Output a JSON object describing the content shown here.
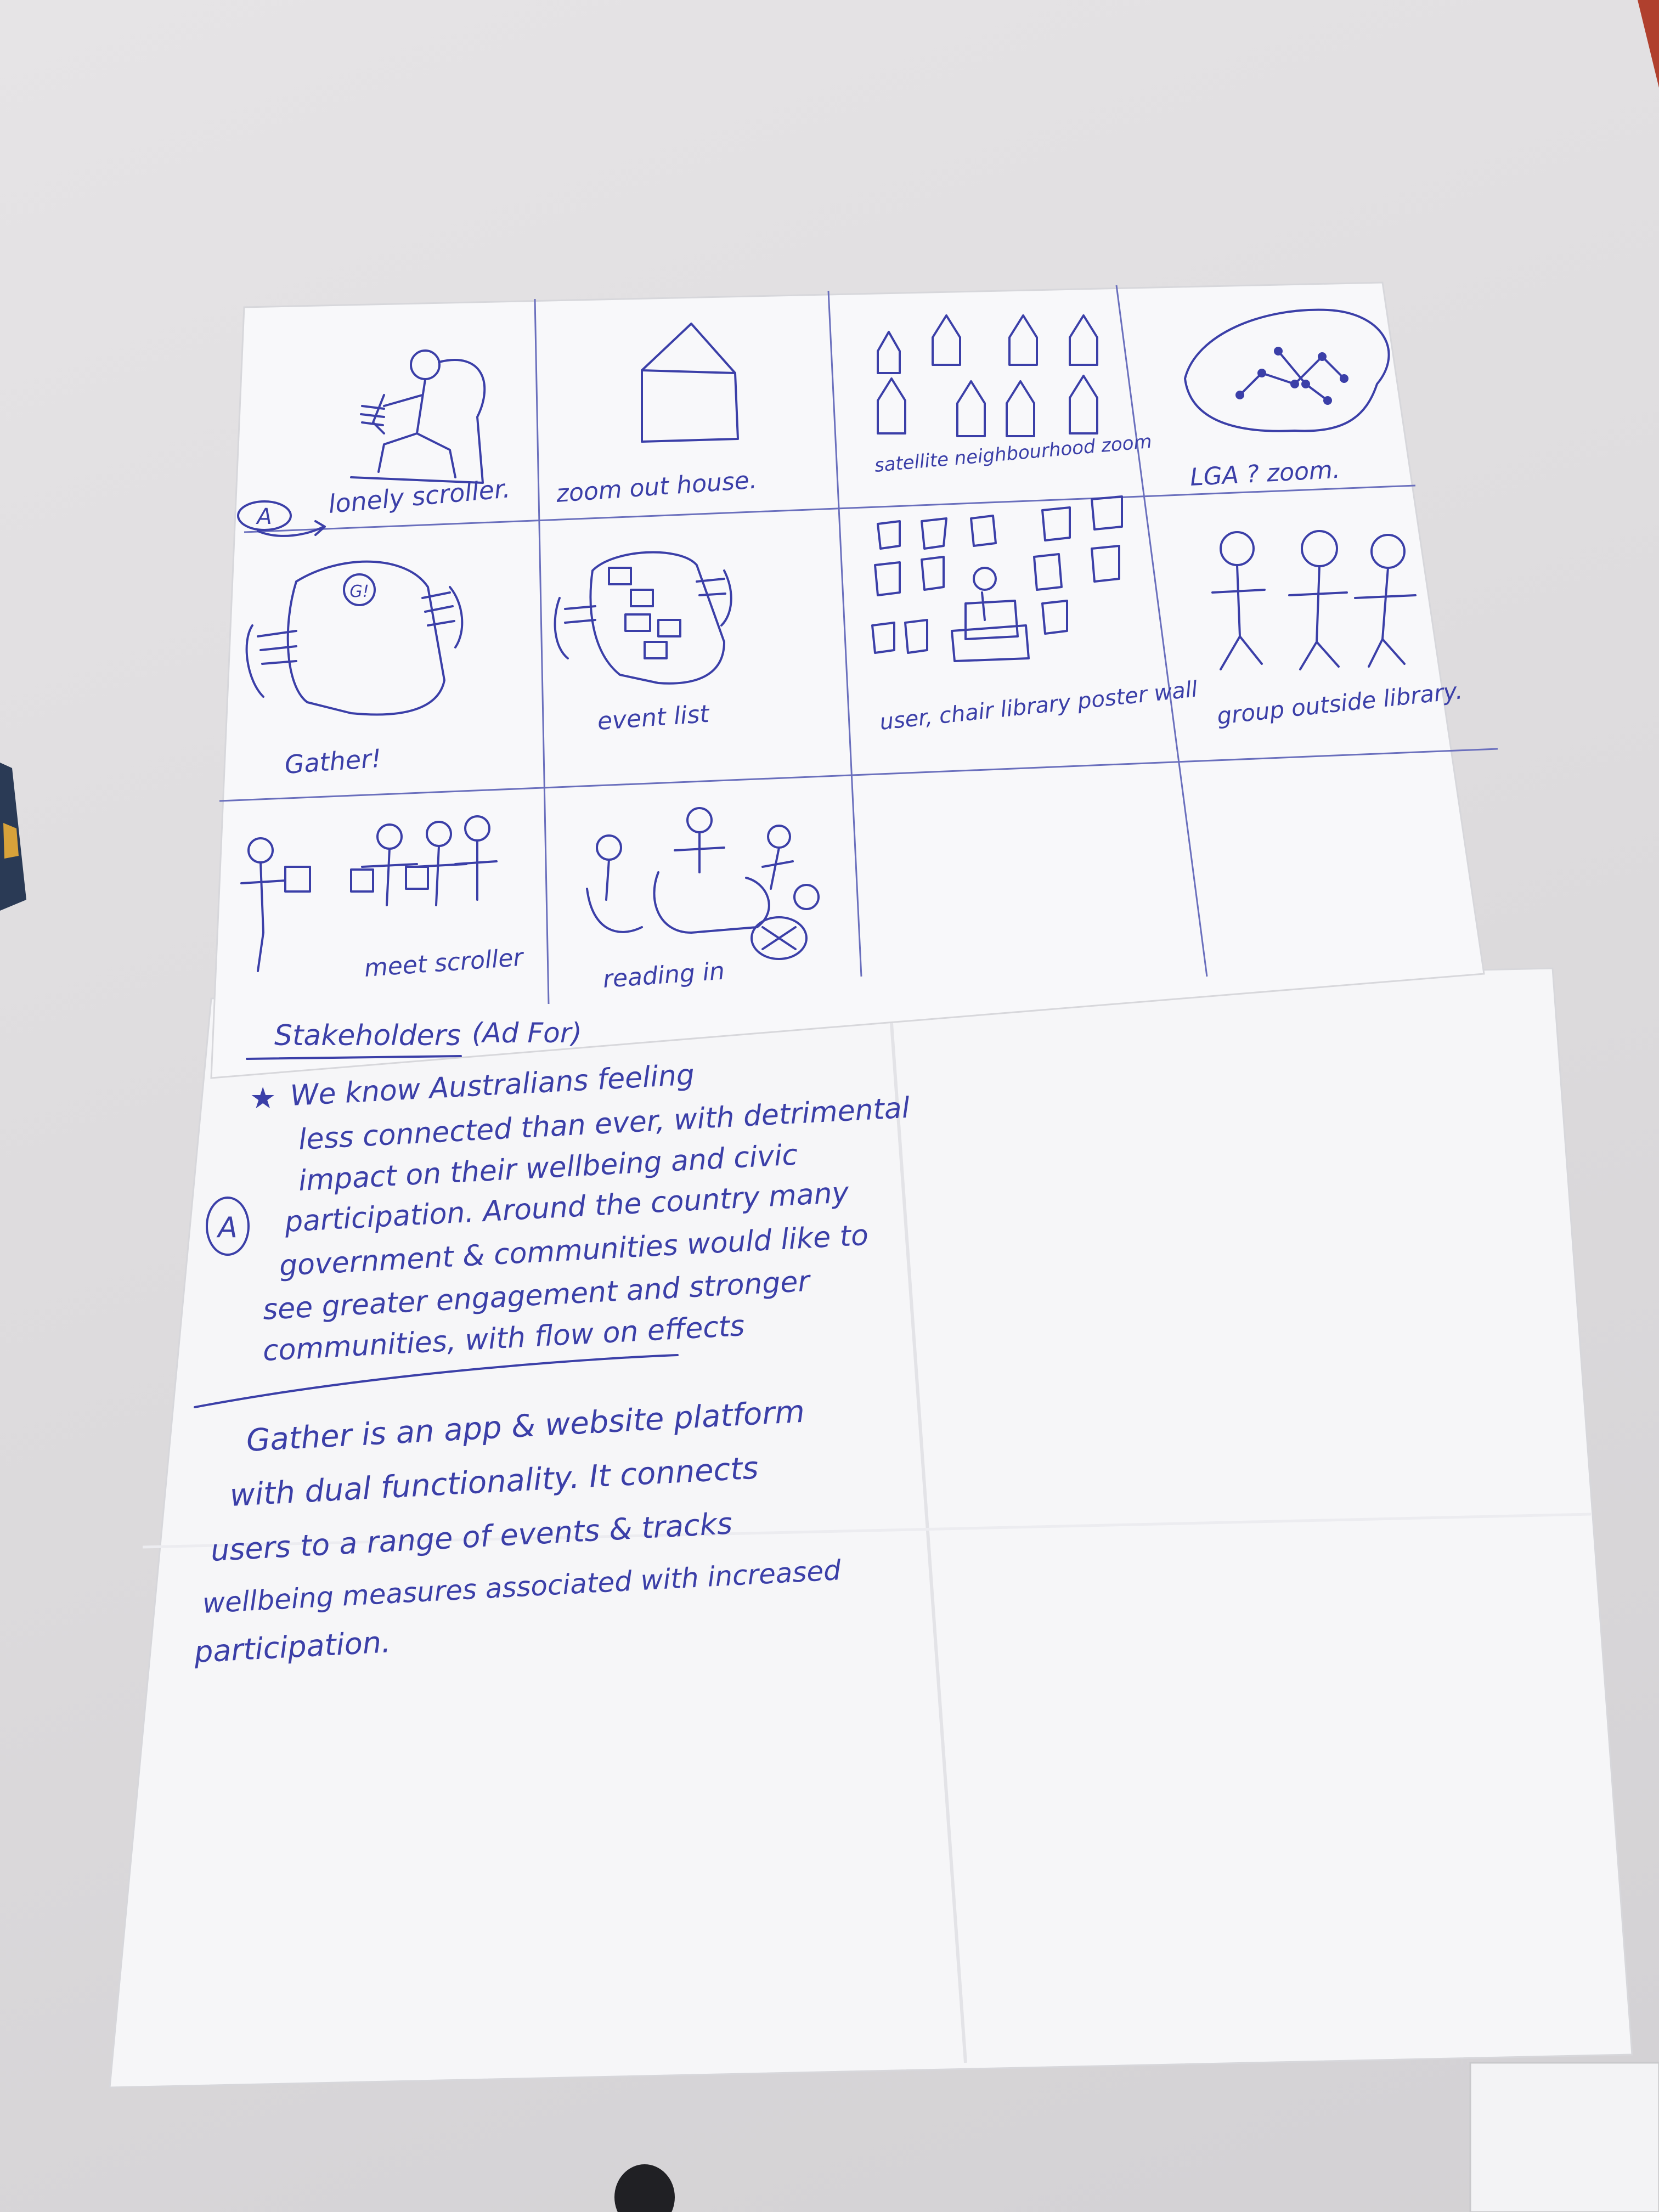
{
  "storyboard": {
    "panels": [
      {
        "caption": "lonely scroller.",
        "marker": "A"
      },
      {
        "caption": "zoom out house."
      },
      {
        "caption": "satellite neighbourhood zoom"
      },
      {
        "caption": "LGA ? zoom."
      },
      {
        "caption": "Gather!",
        "badge": "G!"
      },
      {
        "caption": "event list"
      },
      {
        "caption": "user, chair library poster wall"
      },
      {
        "caption": "group outside library."
      },
      {
        "caption": "meet scroller"
      },
      {
        "caption": "reading in"
      }
    ]
  },
  "notes": {
    "heading": "Stakeholders",
    "heading_paren": "(Ad For)",
    "marker": "A",
    "paragraph1_lines": [
      "We know Australians feeling",
      "less connected than ever, with detrimental",
      "impact on their wellbeing and civic",
      "participation. Around the country many",
      "government & communities would like to",
      "see greater engagement and stronger",
      "communities, with flow on effects"
    ],
    "paragraph2_lines": [
      "Gather is an app & website platform",
      "with dual functionality. It connects",
      "users to a range of events & tracks",
      "wellbeing measures associated with increased",
      "participation."
    ]
  },
  "colors": {
    "ink": "#3b3fa8",
    "paper": "#f6f6f8",
    "desk": "#dddbdd",
    "red_edge": "#b0402e"
  }
}
